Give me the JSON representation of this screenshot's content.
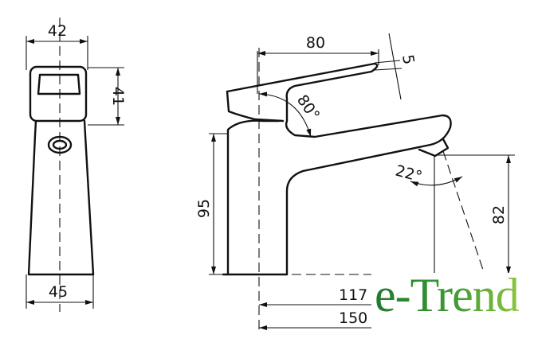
{
  "front_view": {
    "top_width": "42",
    "handle_height": "41",
    "base_width": "45"
  },
  "side_view": {
    "lever_length": "80",
    "lever_thickness": "5",
    "lever_angle": "80°",
    "spout_angle": "22°",
    "body_height": "95",
    "spout_height": "82",
    "spout_reach": "117",
    "overall_length": "150"
  },
  "logo": {
    "text": "e-Trend",
    "color_start": "#1e7a2e",
    "color_end": "#8cc63f"
  }
}
